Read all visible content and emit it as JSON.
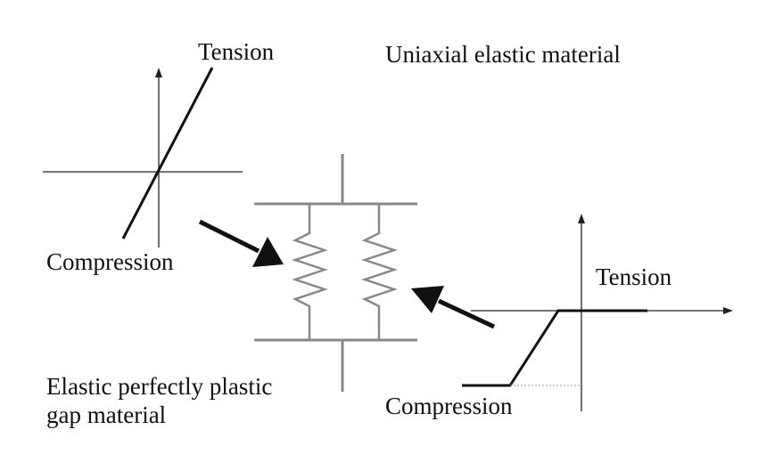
{
  "labels": {
    "tension_left": "Tension",
    "uniaxial_title": "Uniaxial elastic material",
    "compression_left": "Compression",
    "tension_right": "Tension",
    "gap_line1": "Elastic perfectly plastic",
    "gap_line2": "gap material",
    "compression_right": "Compression"
  },
  "colors": {
    "ink": "#111111",
    "axis": "#222222",
    "spring": "#888888",
    "dotted": "#999999",
    "background": "#ffffff"
  }
}
